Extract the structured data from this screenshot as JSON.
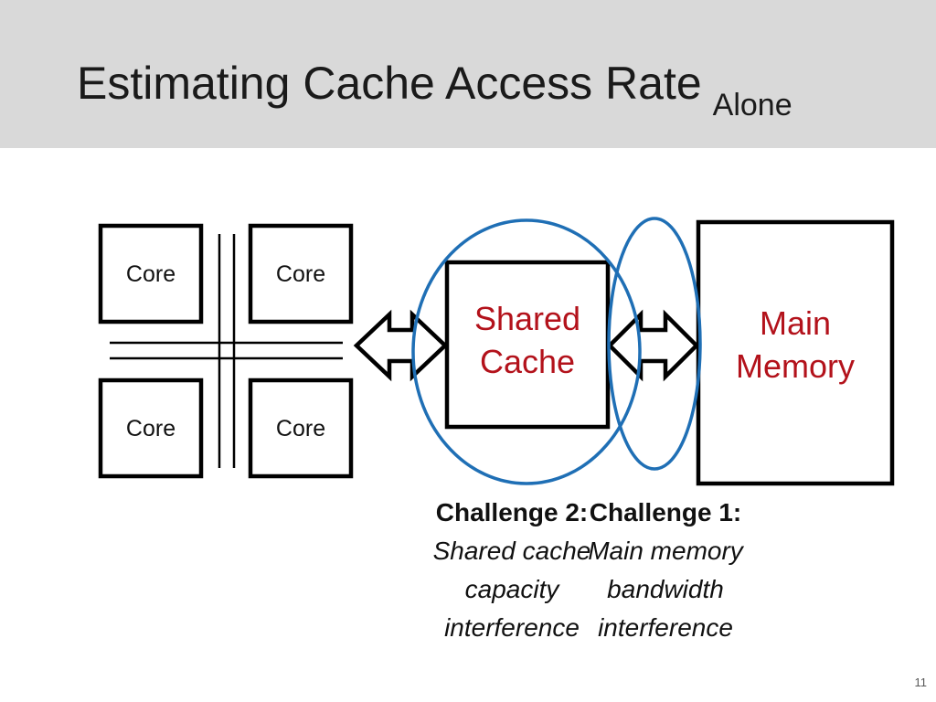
{
  "slide": {
    "title_main": "Estimating Cache Access Rate",
    "title_sub": "Alone",
    "page_number": "11"
  },
  "diagram": {
    "cores": [
      "Core",
      "Core",
      "Core",
      "Core"
    ],
    "shared_cache": [
      "Shared",
      "Cache"
    ],
    "main_memory": [
      "Main",
      "Memory"
    ],
    "challenge_2": {
      "head": "Challenge 2:",
      "lines": [
        "Shared cache",
        "capacity",
        "interference"
      ]
    },
    "challenge_1": {
      "head": "Challenge 1:",
      "lines": [
        "Main memory",
        "bandwidth",
        "interference"
      ]
    },
    "colors": {
      "ellipse_outline": "#1f6fb5",
      "label_red": "#b3121b",
      "title_band": "#d9d9d9"
    }
  }
}
